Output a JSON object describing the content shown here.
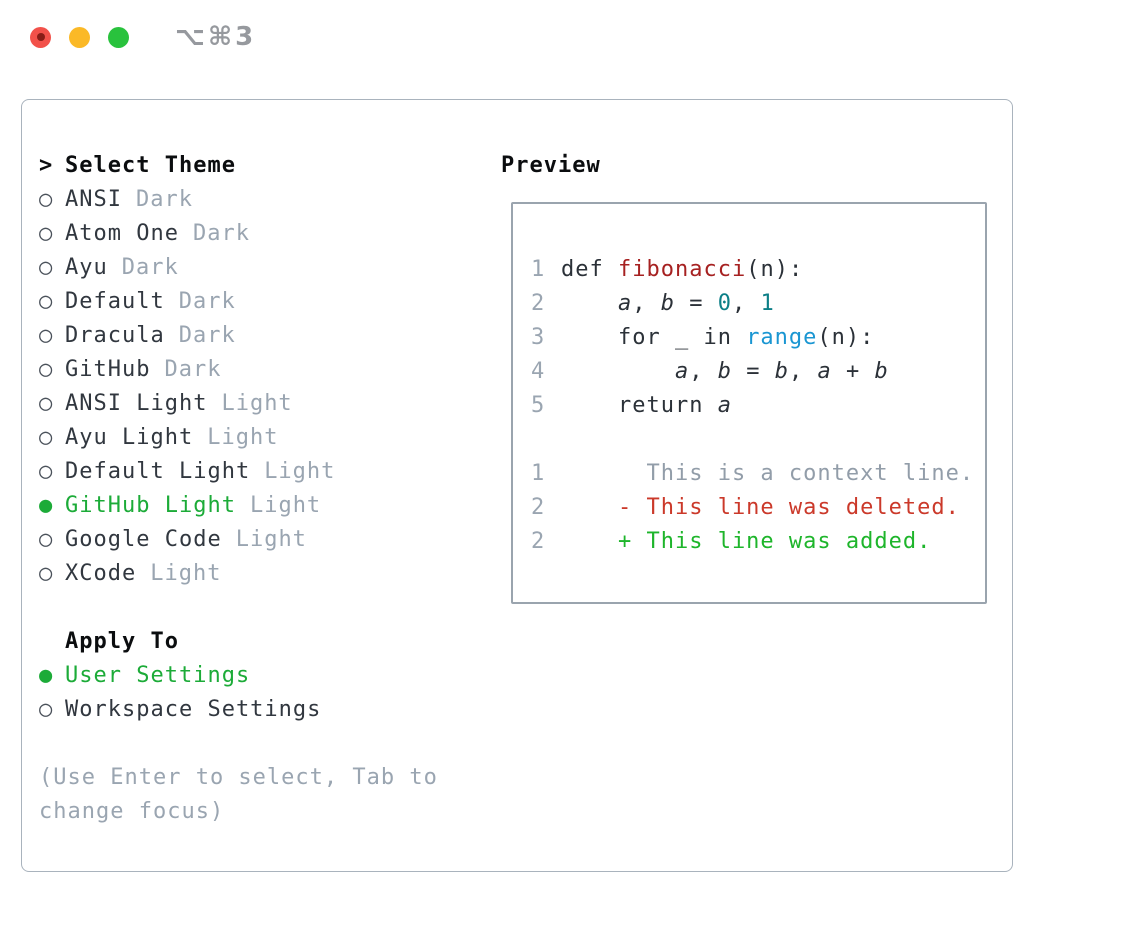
{
  "window": {
    "title": "⌥⌘3",
    "traffic_lights": [
      "close",
      "minimize",
      "zoom"
    ]
  },
  "theme_selector": {
    "header": "Select Theme",
    "header_marker": ">",
    "marker_selected": "●",
    "marker_unselected": "○",
    "items": [
      {
        "label": "ANSI",
        "variant": "Dark",
        "selected": false
      },
      {
        "label": "Atom One",
        "variant": "Dark",
        "selected": false
      },
      {
        "label": "Ayu",
        "variant": "Dark",
        "selected": false
      },
      {
        "label": "Default",
        "variant": "Dark",
        "selected": false
      },
      {
        "label": "Dracula",
        "variant": "Dark",
        "selected": false
      },
      {
        "label": "GitHub",
        "variant": "Dark",
        "selected": false
      },
      {
        "label": "ANSI Light",
        "variant": "Light",
        "selected": false
      },
      {
        "label": "Ayu Light",
        "variant": "Light",
        "selected": false
      },
      {
        "label": "Default Light",
        "variant": "Light",
        "selected": false
      },
      {
        "label": "GitHub Light",
        "variant": "Light",
        "selected": true
      },
      {
        "label": "Google Code",
        "variant": "Light",
        "selected": false
      },
      {
        "label": "XCode",
        "variant": "Light",
        "selected": false
      }
    ]
  },
  "apply_to": {
    "header": "Apply To",
    "options": [
      {
        "label": "User Settings",
        "selected": true
      },
      {
        "label": "Workspace Settings",
        "selected": false
      }
    ]
  },
  "hint": "(Use Enter to select, Tab to change focus)",
  "preview": {
    "title": "Preview",
    "code_lines": [
      {
        "num": "1",
        "kind": "code",
        "segs": [
          {
            "t": "def ",
            "c": "plain"
          },
          {
            "t": "fibonacci",
            "c": "func"
          },
          {
            "t": "(n):",
            "c": "plain"
          }
        ]
      },
      {
        "num": "2",
        "kind": "code",
        "segs": [
          {
            "t": "    ",
            "c": "plain"
          },
          {
            "t": "a",
            "c": "var"
          },
          {
            "t": ", ",
            "c": "plain"
          },
          {
            "t": "b",
            "c": "var"
          },
          {
            "t": " = ",
            "c": "plain"
          },
          {
            "t": "0",
            "c": "num"
          },
          {
            "t": ", ",
            "c": "plain"
          },
          {
            "t": "1",
            "c": "num"
          }
        ]
      },
      {
        "num": "3",
        "kind": "code",
        "segs": [
          {
            "t": "    for _ in ",
            "c": "plain"
          },
          {
            "t": "range",
            "c": "blt"
          },
          {
            "t": "(n):",
            "c": "plain"
          }
        ]
      },
      {
        "num": "4",
        "kind": "code",
        "segs": [
          {
            "t": "        ",
            "c": "plain"
          },
          {
            "t": "a",
            "c": "var"
          },
          {
            "t": ", ",
            "c": "plain"
          },
          {
            "t": "b",
            "c": "var"
          },
          {
            "t": " = ",
            "c": "plain"
          },
          {
            "t": "b",
            "c": "var"
          },
          {
            "t": ", ",
            "c": "plain"
          },
          {
            "t": "a",
            "c": "var"
          },
          {
            "t": " + ",
            "c": "plain"
          },
          {
            "t": "b",
            "c": "var"
          }
        ]
      },
      {
        "num": "5",
        "kind": "code",
        "segs": [
          {
            "t": "    return ",
            "c": "plain"
          },
          {
            "t": "a",
            "c": "var"
          }
        ]
      },
      {
        "num": "",
        "kind": "blank",
        "segs": []
      },
      {
        "num": "1",
        "kind": "context",
        "segs": [
          {
            "t": "      This is a context line.",
            "c": "ctx"
          }
        ]
      },
      {
        "num": "2",
        "kind": "deleted",
        "segs": [
          {
            "t": "    - This line was deleted.",
            "c": "del"
          }
        ]
      },
      {
        "num": "2",
        "kind": "added",
        "segs": [
          {
            "t": "    + This line was added.",
            "c": "add"
          }
        ]
      }
    ]
  },
  "colors": {
    "accent_green": "#1cab38",
    "added_green": "#1eb52b",
    "deleted_red": "#cb392a",
    "function_red": "#a62121",
    "number_teal": "#0c7f87",
    "builtin_blue": "#1a96d2",
    "muted_gray": "#9aa5b1",
    "text_dark": "#2b3138",
    "panel_border": "#a9b3bd",
    "traffic_red": "#f2514a",
    "traffic_yellow": "#fbb927",
    "traffic_green": "#29c23d"
  }
}
